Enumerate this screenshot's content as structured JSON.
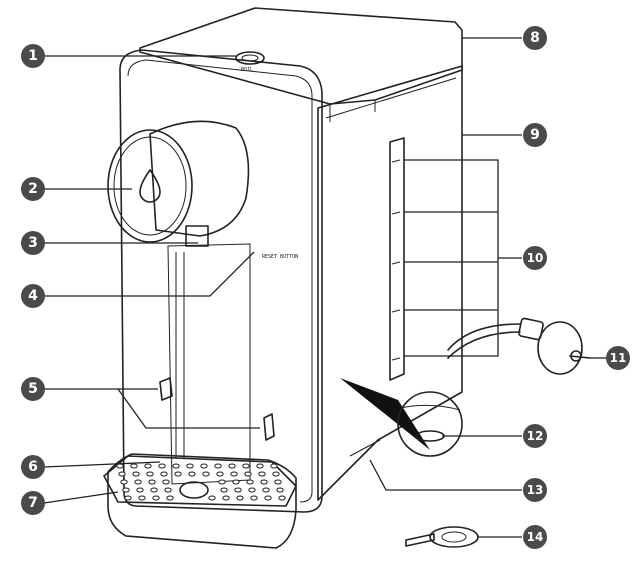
{
  "labels": {
    "reset_button_text": "RESET BUTTON",
    "top_button_text": "BOIL"
  },
  "callouts": [
    {
      "number": "1"
    },
    {
      "number": "2"
    },
    {
      "number": "3"
    },
    {
      "number": "4"
    },
    {
      "number": "5"
    },
    {
      "number": "6"
    },
    {
      "number": "7"
    },
    {
      "number": "8"
    },
    {
      "number": "9"
    },
    {
      "number": "10"
    },
    {
      "number": "11"
    },
    {
      "number": "12"
    },
    {
      "number": "13"
    },
    {
      "number": "14"
    }
  ],
  "colors": {
    "badge": "#4a4a4a",
    "outline": "#222222",
    "panel_grey": "#ededed"
  }
}
